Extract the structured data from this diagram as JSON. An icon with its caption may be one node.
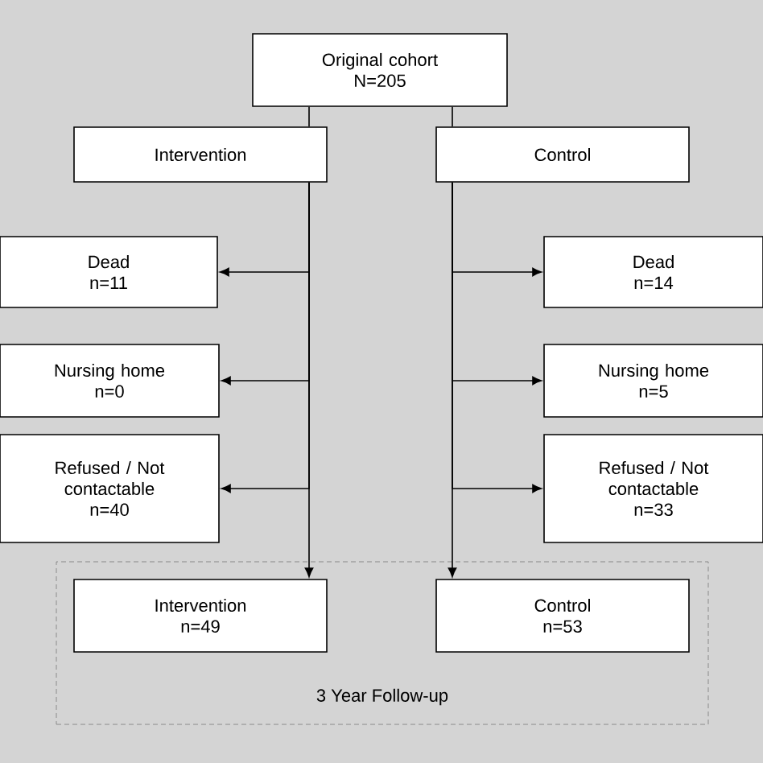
{
  "diagram": {
    "nodes": [
      {
        "text": [
          "Original cohort",
          "N=205"
        ]
      },
      {
        "text": [
          "Intervention"
        ]
      },
      {
        "text": [
          "Control"
        ]
      },
      {
        "text": [
          "Dead",
          "n=11"
        ]
      },
      {
        "text": [
          "Dead",
          "n=14"
        ]
      },
      {
        "text": [
          "Nursing home",
          "n=0"
        ]
      },
      {
        "text": [
          "Nursing home",
          "n=5"
        ]
      },
      {
        "text": [
          "Refused / Not contactable",
          "n=40"
        ]
      },
      {
        "text": [
          "Refused / Not contactable",
          "n=33"
        ]
      },
      {
        "text": [
          "3 Year Follow-up"
        ]
      },
      {
        "text": [
          "Intervention",
          "n=49"
        ],
        "in": 9
      },
      {
        "text": [
          "Control",
          "n=53"
        ],
        "in": 9
      }
    ],
    "edges": [
      {
        "from": 0,
        "to": 1,
        "arrow": "none"
      },
      {
        "from": 0,
        "to": 2,
        "arrow": "none"
      },
      {
        "from": 1,
        "to": 3,
        "arrow": "to"
      },
      {
        "from": 1,
        "to": 5,
        "arrow": "to"
      },
      {
        "from": 1,
        "to": 7,
        "arrow": "to"
      },
      {
        "from": 1,
        "to": 10,
        "arrow": "to"
      },
      {
        "from": 2,
        "to": 4,
        "arrow": "to"
      },
      {
        "from": 2,
        "to": 6,
        "arrow": "to"
      },
      {
        "from": 2,
        "to": 8,
        "arrow": "to"
      },
      {
        "from": 2,
        "to": 11,
        "arrow": "to"
      }
    ]
  }
}
